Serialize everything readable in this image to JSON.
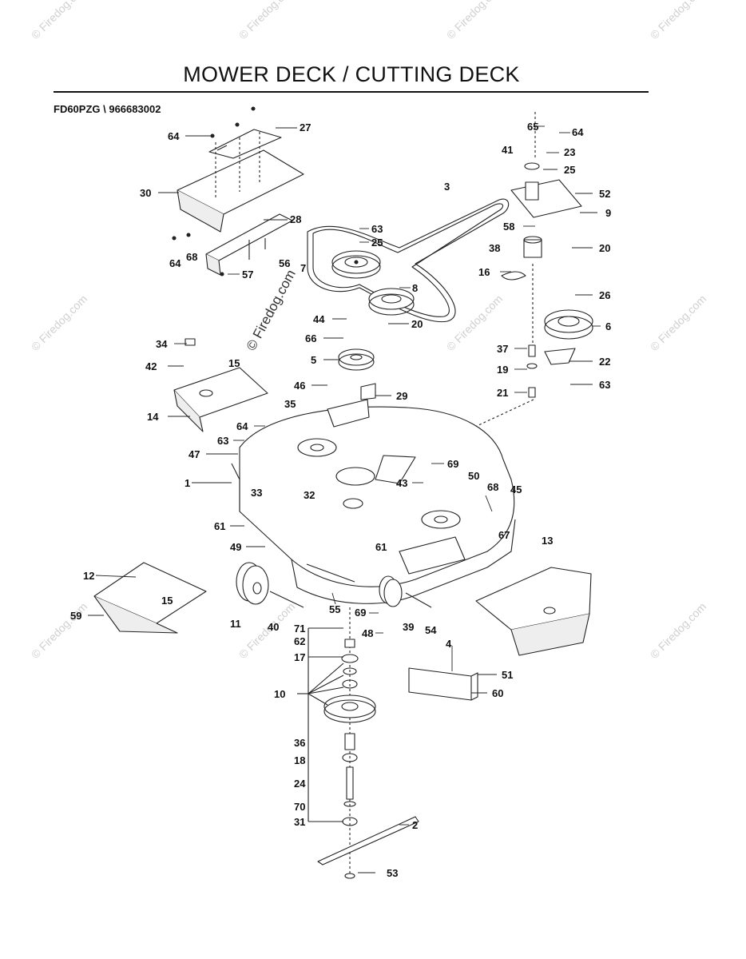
{
  "page": {
    "title": "MOWER DECK / CUTTING DECK",
    "model": "FD60PZG \\ 966683002",
    "watermark_text": "© Firedog.com"
  },
  "callouts": [
    "64",
    "27",
    "30",
    "28",
    "64",
    "68",
    "56",
    "57",
    "3",
    "63",
    "25",
    "7",
    "8",
    "44",
    "20",
    "66",
    "5",
    "34",
    "42",
    "15",
    "14",
    "46",
    "29",
    "35",
    "64",
    "63",
    "47",
    "1",
    "33",
    "32",
    "61",
    "49",
    "65",
    "64",
    "41",
    "23",
    "25",
    "52",
    "9",
    "58",
    "20",
    "38",
    "16",
    "26",
    "6",
    "37",
    "22",
    "19",
    "21",
    "63",
    "69",
    "43",
    "50",
    "68",
    "45",
    "67",
    "13",
    "12",
    "15",
    "59",
    "11",
    "40",
    "55",
    "69",
    "39",
    "54",
    "48",
    "61",
    "71",
    "62",
    "17",
    "10",
    "4",
    "51",
    "60",
    "36",
    "18",
    "24",
    "70",
    "31",
    "2",
    "53"
  ]
}
